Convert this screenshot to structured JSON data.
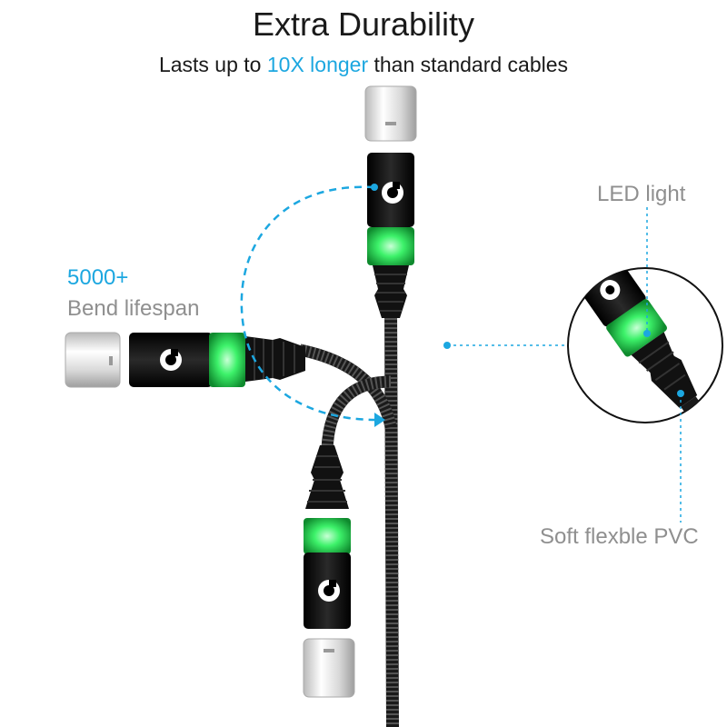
{
  "header": {
    "title": "Extra Durability",
    "subtitle_pre": "Lasts up to ",
    "subtitle_highlight": "10X longer",
    "subtitle_post": " than standard cables"
  },
  "callouts": {
    "bend_count": "5000+",
    "bend_label": "Bend lifespan",
    "led_label": "LED light",
    "pvc_label": "Soft flexble PVC"
  },
  "colors": {
    "accent_blue": "#1ca7e0",
    "led_green": "#3df26a",
    "connector_black": "#111111",
    "label_gray": "#8f8f8f"
  },
  "icons": [
    "cable-logo-icon",
    "usb-c-tip-icon",
    "led-glow-icon"
  ]
}
